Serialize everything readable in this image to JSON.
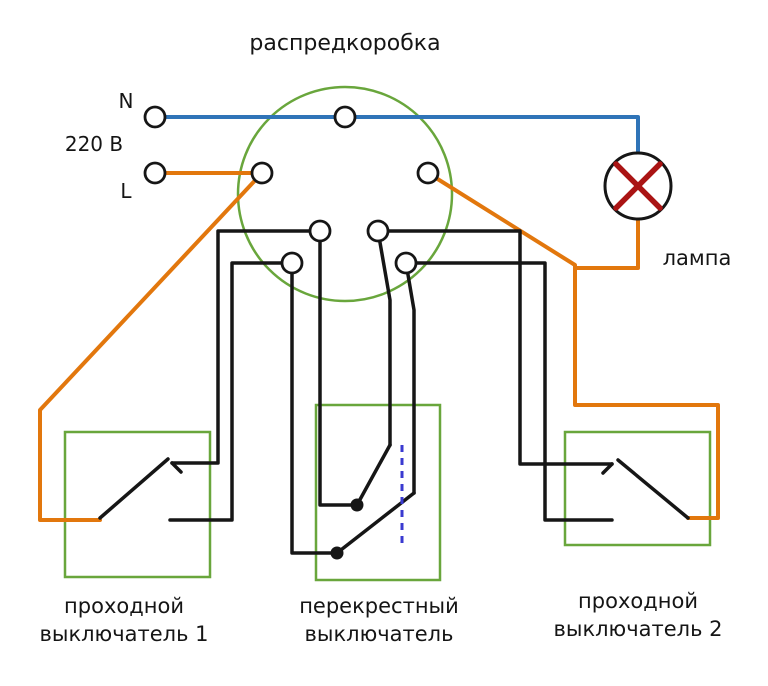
{
  "diagram": {
    "title": "распредкоробка",
    "labels": {
      "neutral": "N",
      "voltage": "220 В",
      "phase": "L",
      "lamp": "лампа",
      "switch1_line1": "проходной",
      "switch1_line2": "выключатель 1",
      "crossover_line1": "перекрестный",
      "crossover_line2": "выключатель",
      "switch2_line1": "проходной",
      "switch2_line2": "выключатель 2"
    },
    "colors": {
      "neutral_wire": "#2f74b8",
      "phase_wire": "#e2770d",
      "black_wire": "#161616",
      "box_outline": "#69a63c",
      "lamp_cross": "#aa1414",
      "lamp_outline": "#161616",
      "coupling_link": "#3a3ad0",
      "terminal_fill": "#ffffff",
      "background": "#ffffff",
      "text": "#151515"
    }
  }
}
